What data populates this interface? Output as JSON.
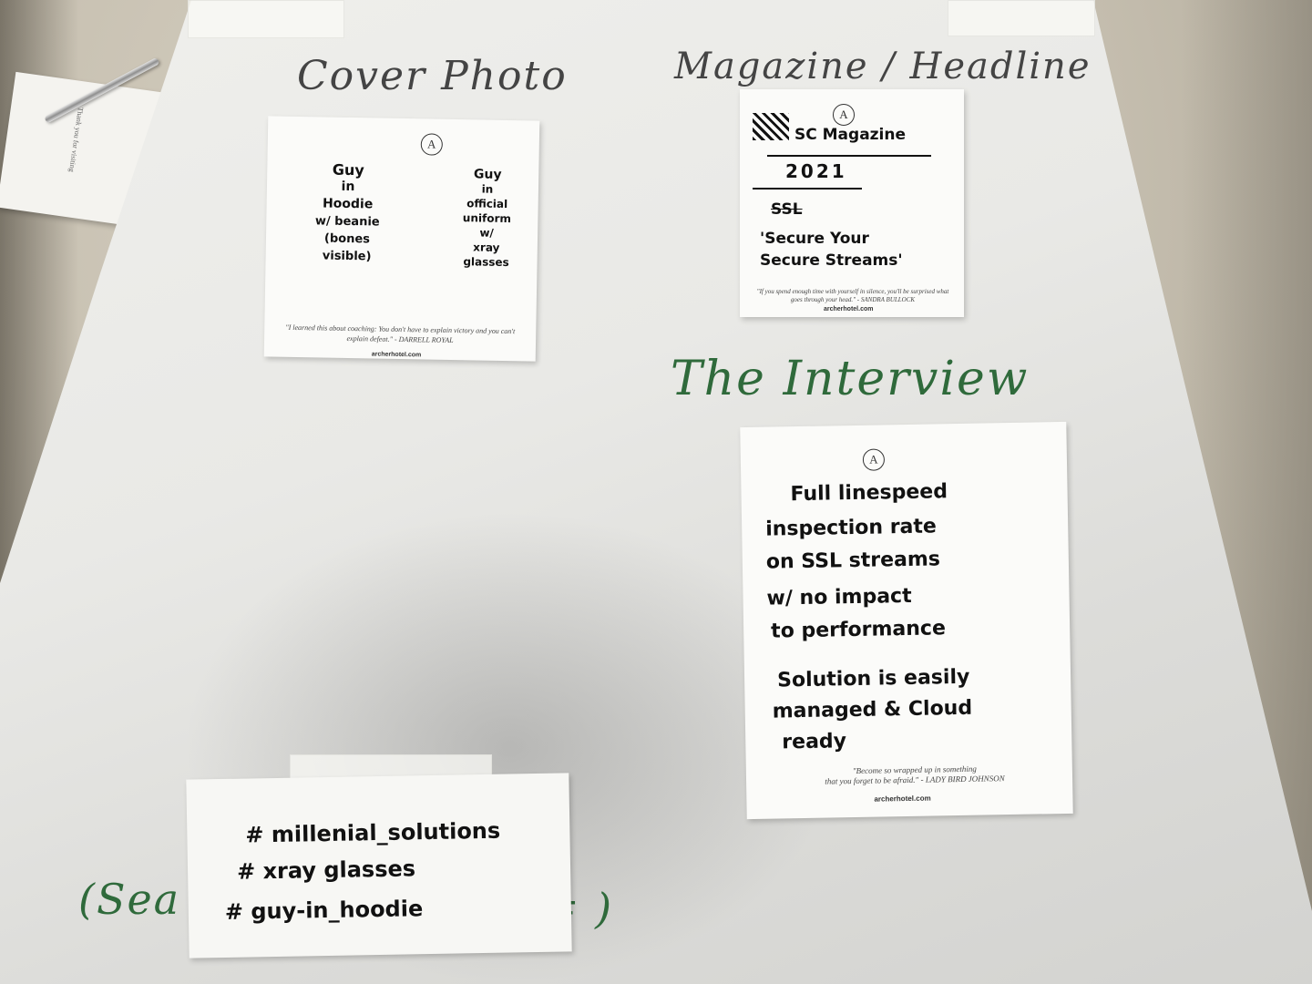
{
  "note": {
    "small_print": "Thank you for visiting"
  },
  "headings": {
    "cover_photo": "Cover Photo",
    "magazine_headline": "Magazine / Headline",
    "the_interview": "The Interview",
    "bottom_partial_left": "(Sea",
    "bottom_partial_right": "# )"
  },
  "cover_card": {
    "logo": "A",
    "left_lines": [
      "Guy",
      "in",
      "Hoodie",
      "w/ beanie",
      "(bones",
      "visible)"
    ],
    "right_lines": [
      "Guy",
      "in",
      "official",
      "uniform",
      "w/",
      "xray",
      "glasses"
    ],
    "quote": "\"I learned this about coaching: You don't have to explain victory and you can't explain defeat.\" - DARRELL ROYAL",
    "site": "archerhotel.com"
  },
  "magazine_card": {
    "logo": "A",
    "title": "SC Magazine",
    "year": "2021",
    "struck": "SSL",
    "headline_1": "'Secure Your",
    "headline_2": "Secure Streams'",
    "quote": "\"If you spend enough time with yourself in silence, you'll be surprised what goes through your head.\" - SANDRA BULLOCK",
    "site": "archerhotel.com"
  },
  "interview_card": {
    "logo": "A",
    "lines": [
      "Full linespeed",
      "inspection rate",
      "on SSL streams",
      "w/ no impact",
      "to performance",
      "Solution is easily",
      "managed & Cloud",
      "ready"
    ],
    "quote_1": "\"Become so wrapped up in something",
    "quote_2": "that you forget to be afraid.\" - LADY BIRD JOHNSON",
    "site": "archerhotel.com"
  },
  "hashtag_note": {
    "lines": [
      "# millenial_solutions",
      "# xray glasses",
      "# guy-in_hoodie"
    ]
  }
}
